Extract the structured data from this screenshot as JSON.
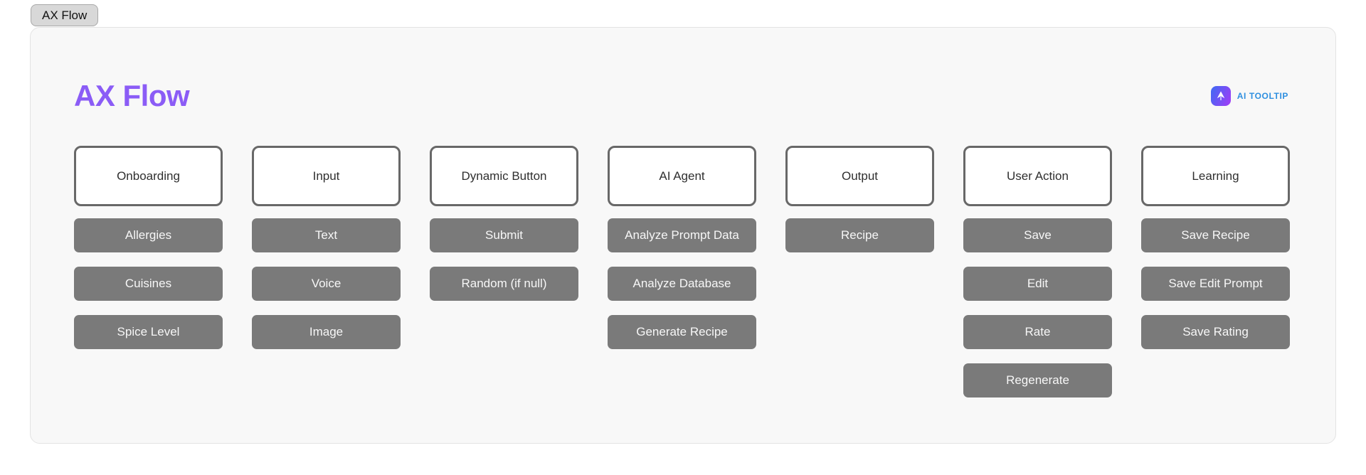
{
  "tab": {
    "label": "AX Flow"
  },
  "panel": {
    "title": "AX Flow",
    "ai_tooltip": {
      "label": "AI TOOLTIP",
      "icon": "a-arrow-icon"
    }
  },
  "flow": {
    "columns": [
      {
        "header": "Onboarding",
        "buttons": [
          "Allergies",
          "Cuisines",
          "Spice Level"
        ]
      },
      {
        "header": "Input",
        "buttons": [
          "Text",
          "Voice",
          "Image"
        ]
      },
      {
        "header": "Dynamic Button",
        "buttons": [
          "Submit",
          "Random (if null)"
        ]
      },
      {
        "header": "AI Agent",
        "buttons": [
          "Analyze Prompt Data",
          "Analyze Database",
          "Generate Recipe"
        ]
      },
      {
        "header": "Output",
        "buttons": [
          "Recipe"
        ]
      },
      {
        "header": "User Action",
        "buttons": [
          "Save",
          "Edit",
          "Rate",
          "Regenerate"
        ]
      },
      {
        "header": "Learning",
        "buttons": [
          "Save Recipe",
          "Save Edit Prompt",
          "Save Rating"
        ]
      }
    ]
  },
  "colors": {
    "title": "#8B5CF6",
    "tooltip_label": "#2E8FE0",
    "icon_gradient_start": "#3D6BF4",
    "icon_gradient_end": "#A43BF6",
    "node_button_bg": "#7A7A7A",
    "node_header_border": "#686868"
  }
}
